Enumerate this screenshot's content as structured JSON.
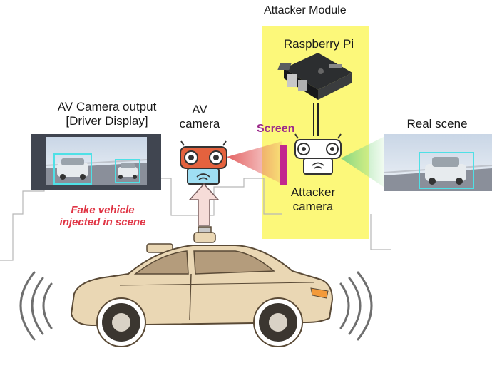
{
  "labels": {
    "attacker_module": "Attacker Module",
    "raspberry_pi": "Raspberry Pi",
    "av_camera_output_line1": "AV Camera output",
    "av_camera_output_line2": "[Driver Display]",
    "av_camera_line1": "AV",
    "av_camera_line2": "camera",
    "screen": "Screen",
    "real_scene": "Real scene",
    "attacker_camera_line1": "Attacker",
    "attacker_camera_line2": "camera",
    "fake_vehicle_line1": "Fake vehicle",
    "fake_vehicle_line2": "injected in scene"
  },
  "colors": {
    "attacker_module_bg": "#fcf87a",
    "screen_bar": "#c2278e",
    "screen_label": "#9b2a8a",
    "fake_label": "#e03545",
    "car_body": "#ead7b4",
    "car_outline": "#5a4a36",
    "av_camera_body": "#e4623e",
    "av_camera_base": "#9fdff3",
    "red_beam": "#e25a5a",
    "green_beam": "#9be39b",
    "arrow_fill": "#f6dcd8",
    "arrow_stroke": "#7a6060",
    "detection_box": "#4fe0e6",
    "display_frame": "#404550",
    "sky": "#dce7f3",
    "road": "#8a8f9a",
    "fence": "#bfc4cc"
  },
  "icons": [
    "raspberry-pi-board-icon",
    "av-camera-icon",
    "attacker-camera-icon",
    "autonomous-car-icon",
    "fake-vehicle-icon",
    "real-vehicle-icon",
    "sensor-wave-icon"
  ]
}
